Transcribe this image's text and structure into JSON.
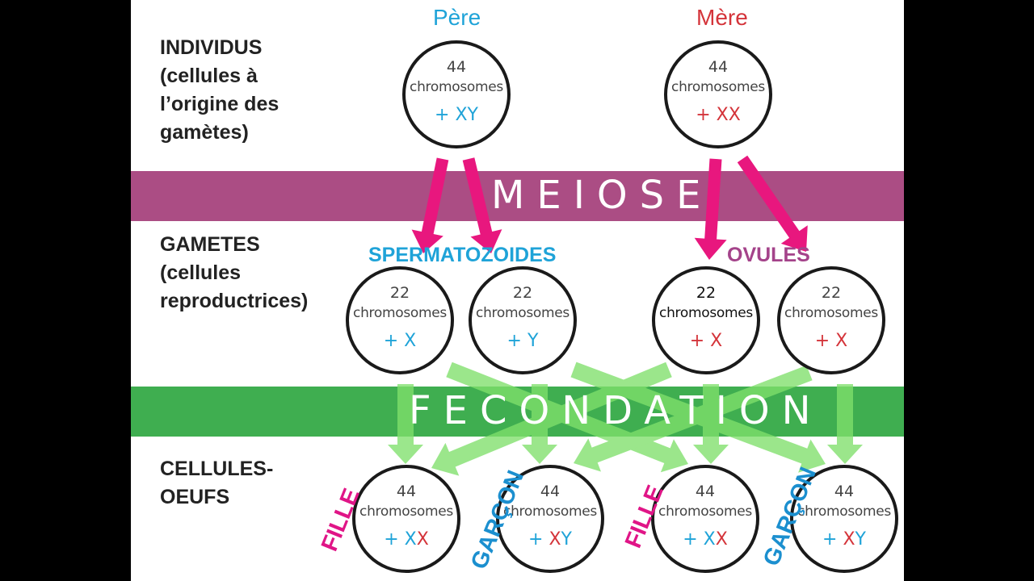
{
  "rows": {
    "individus": [
      "INDIVIDUS",
      "(cellules à",
      "l’origine des",
      "gamètes)"
    ],
    "gametes": [
      "GAMETES",
      "(cellules",
      "reproductrices)"
    ],
    "oeufs": [
      "CELLULES-",
      "OEUFS"
    ]
  },
  "parents": {
    "father": "Père",
    "mother": "Mère"
  },
  "bands": {
    "meiose": "MEIOSE",
    "fecondation": "FECONDATION"
  },
  "gamete_titles": {
    "sperm": "SPERMATOZOIDES",
    "ova": "OVULES"
  },
  "cells": {
    "father": {
      "number": "44",
      "word": "chromosomes",
      "plus": "+ ",
      "s1": "X",
      "s2": "Y"
    },
    "mother": {
      "number": "44",
      "word": "chromosomes",
      "plus": "+ ",
      "s1": "X",
      "s2": "X"
    },
    "sperm_x": {
      "number": "22",
      "word": "chromosomes",
      "plus": "+ ",
      "s1": "X"
    },
    "sperm_y": {
      "number": "22",
      "word": "chromosomes",
      "plus": "+ ",
      "s1": "Y"
    },
    "ovum_1": {
      "number": "22",
      "word": "chromosomes",
      "plus": "+ ",
      "s1": "X"
    },
    "ovum_2": {
      "number": "22",
      "word": "chromosomes",
      "plus": "+ ",
      "s1": "X"
    },
    "egg_1": {
      "number": "44",
      "word": "chromosomes",
      "plus": "+ ",
      "s1": "X",
      "s2": "X"
    },
    "egg_2": {
      "number": "44",
      "word": "chromosomes",
      "plus": "+ ",
      "s1": "X",
      "s2": "Y"
    },
    "egg_3": {
      "number": "44",
      "word": "chromosomes",
      "plus": "+ ",
      "s1": "X",
      "s2": "X"
    },
    "egg_4": {
      "number": "44",
      "word": "chromosomes",
      "plus": "+ ",
      "s1": "X",
      "s2": "Y"
    }
  },
  "sex_labels": {
    "girl": "FILLE",
    "boy": "GARÇON"
  },
  "colors": {
    "father_blue": "#1fa3d8",
    "mother_red": "#d4343a",
    "meiose_band": "#ab4d84",
    "fecondation_band": "#3fae50",
    "meiose_arrow": "#e8177e",
    "fecondation_arrow": "#7fe06b",
    "fille_pink": "#e01587",
    "garcon_blue": "#1b8fcf",
    "ovules_purple": "#a4438a"
  }
}
